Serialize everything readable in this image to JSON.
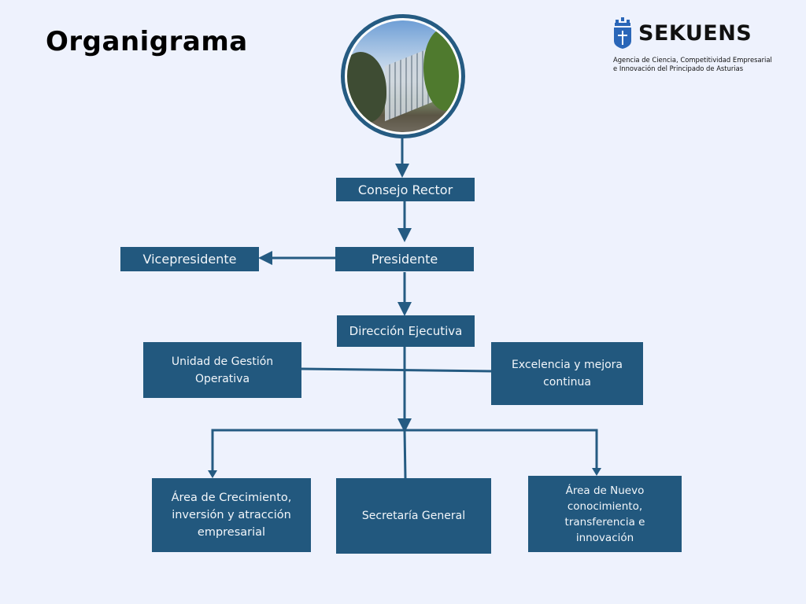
{
  "title": "Organigrama",
  "logo": {
    "icon": "asturias-cross-shield-icon",
    "name": "SEKUENS",
    "subtitle_line1": "Agencia de Ciencia, Competitividad Empresarial",
    "subtitle_line2": "e Innovación del Principado de Asturias"
  },
  "photo": {
    "description": "building-photo"
  },
  "colors": {
    "node": "#22587e",
    "connector": "#255b82",
    "background": "#eef2fd"
  },
  "nodes": {
    "consejo": "Consejo Rector",
    "presidente": "Presidente",
    "vicepresidente": "Vicepresidente",
    "direccion": "Dirección Ejecutiva",
    "unidad_line1": "Unidad de Gestión",
    "unidad_line2": "Operativa",
    "excelencia_line1": "Excelencia y mejora",
    "excelencia_line2": "continua",
    "crecimiento_line1": "Área de Crecimiento,",
    "crecimiento_line2": "inversión y atracción",
    "crecimiento_line3": "empresarial",
    "secretaria": "Secretaría General",
    "nuevo_line1": "Área de Nuevo",
    "nuevo_line2": "conocimiento,",
    "nuevo_line3": "transferencia e",
    "nuevo_line4": "innovación"
  }
}
